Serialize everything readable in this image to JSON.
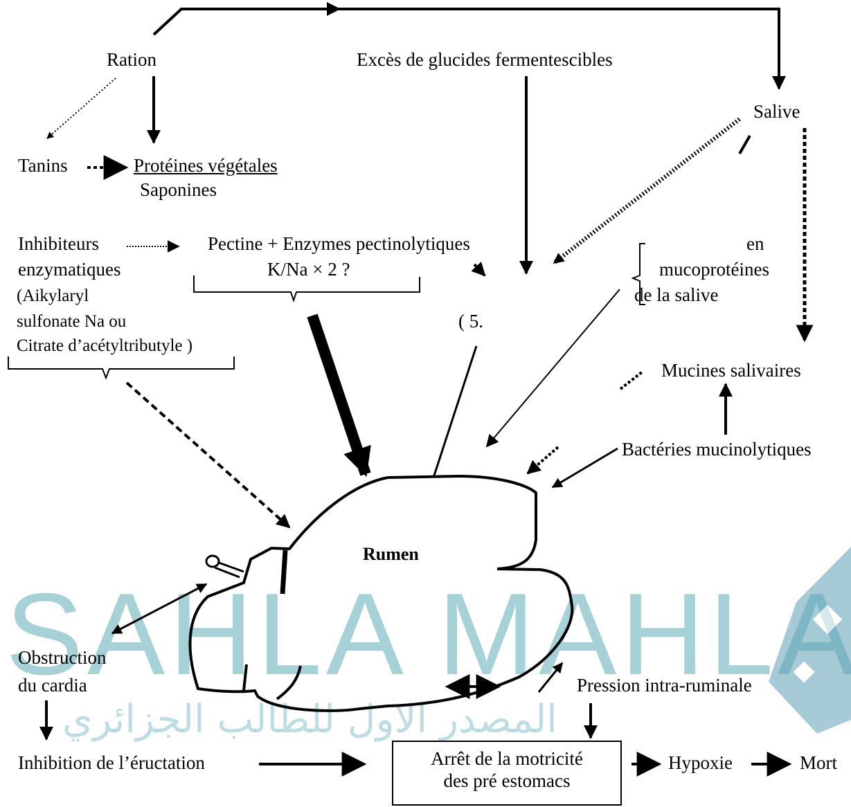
{
  "labels": {
    "ration": "Ration",
    "exces": "Excès de glucides fermentescibles",
    "salive": "Salive",
    "tanins": "Tanins",
    "proteines": "Protéines végétales",
    "saponines": "Saponines",
    "inhibiteurs_1": "Inhibiteurs",
    "inhibiteurs_2": "enzymatiques",
    "inhibiteurs_3": "(Aikylaryl",
    "inhibiteurs_4": "sulfonate Na ou",
    "inhibiteurs_5": "Citrate d’acétyltributyle )",
    "pectine": "Pectine + Enzymes pectinolytiques",
    "kna": "K/Na × 2 ?",
    "partial_en": "en",
    "mucoproteines": "mucoprotéines",
    "de_la_salive": "de la salive",
    "partial_5": "( 5.",
    "mucines": "Mucines salivaires",
    "bacteries": "Bactéries mucinolytiques",
    "rumen": "Rumen",
    "obstruction_1": "Obstruction",
    "obstruction_2": "du cardia",
    "pression": "Pression intra-ruminale",
    "inhibition": "Inhibition de l’éructation",
    "arret_1": "Arrêt de la motricité",
    "arret_2": "des pré estomacs",
    "hypoxie": "Hypoxie",
    "mort": "Mort"
  },
  "watermark": {
    "latin": "SAHLA MAHLA",
    "arabic": "المصدر الاول للطالب الجزائري"
  }
}
